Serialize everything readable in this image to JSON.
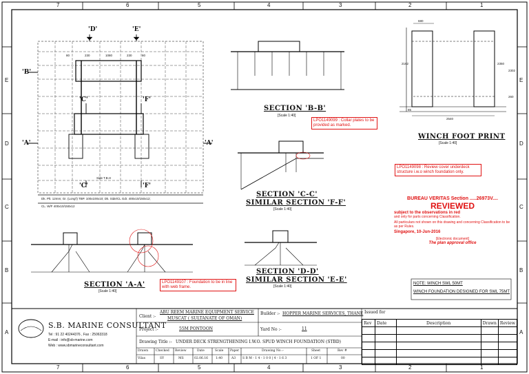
{
  "zones": {
    "top": [
      "7",
      "6",
      "5",
      "4",
      "3",
      "2",
      "1"
    ],
    "bottom": [
      "7",
      "6",
      "5",
      "4",
      "3",
      "2",
      "1"
    ],
    "side": [
      "E",
      "D",
      "C",
      "B",
      "A"
    ]
  },
  "plan": {
    "markers": [
      "'D'",
      "'E'",
      "'B'",
      "'C'",
      "'F'",
      "'A'",
      "'A'",
      "'C'",
      "'F'"
    ],
    "dims": [
      "80",
      "230",
      "1080",
      "230",
      "80"
    ],
    "note_line1": "Dk. Plt. 12mm; Gr. (Long'l) TBP. 100x100x10; Dk. Side/CL Gdr. 400x10/150x12;",
    "note_line2": "CL. W/F 400x10/150x12",
    "label": "Side T.B.H"
  },
  "sections": {
    "bb": {
      "title": "SECTION 'B-B'",
      "scale": "[Scale 1:40]"
    },
    "cc": {
      "title": "SECTION 'C-C'",
      "sub": "SIMILAR SECTION 'F-F'",
      "scale": "[Scale 1:40]"
    },
    "aa": {
      "title": "SECTION 'A-A'",
      "scale": "[Scale 1:40]"
    },
    "dd": {
      "title": "SECTION 'D-D'",
      "sub": "SIMILAR SECTION 'E-E'",
      "scale": "[Scale 1:40]"
    },
    "winch": {
      "title": "WINCH FOOT PRINT",
      "scale": "[Scale 1:40]"
    }
  },
  "winch_dims": [
    "680",
    "2162",
    "2540",
    "2350",
    "85",
    "260",
    "2302"
  ],
  "notes": {
    "collar": "LPO1149099 : Collar plates to be provided as marked.",
    "review": "LPO1149098 : Review cover underdeck structure i.w.o winch foundation only.",
    "foundation": "LPO1149107 : Foundation to be in line with web frame."
  },
  "stamp": {
    "line1": "BUREAU VERITAS Section .....26973V....",
    "line2": "REVIEWED",
    "line3": "subject to the observations in red",
    "line4": "and only for parts concerning Classification.",
    "line5": "All particulars not shown on this drawing and concerning Classification to be as per Rules.",
    "line6": "Singapore, 10-Jun-2016",
    "line7": "[Electronic document]",
    "line8": "The plan approval office"
  },
  "notes_box": {
    "line1": "NOTE: WINCH SWL 50MT",
    "line2": "WINCH FOUNDATION DESIGNED FOR SWL 75MT"
  },
  "company": {
    "name": "S.B. MARINE CONSULTANT",
    "tel": "Tel : 91 22 40244376 , Fax : 25063318",
    "email": "E-mail : info@sb-marine.com",
    "web": "Web : www.sbmarineconsultant.com"
  },
  "title_block": {
    "client_label": "Client :-",
    "client_line1": "ABU REEM MARINE EQUIPMENT SERVICE",
    "client_line2": "MUSCAT ( SULTANATE OF OMAN)",
    "builder_label": "Builder :-",
    "builder": "HOPPER MARINE SERVICES, THANE",
    "project_label": "Project :-",
    "project": "55M PONTOON",
    "yard_label": "Yard No :-",
    "yard": "11",
    "drawing_title_label": "Drawing Title :-",
    "drawing_title": "UNDER DECK STRENGTHENING I.W.O. SPUD WINCH FOUNDATION (STBD)",
    "issued_for": "Issued for",
    "rev_headers": [
      "Rev",
      "Date",
      "Description",
      "Drawn",
      "Review"
    ],
    "row_headers": [
      "Drawn",
      "Checked",
      "Review",
      "Date",
      "Scale",
      "Paper",
      "Drawing No :-",
      "Sheet",
      "Rev #"
    ],
    "row_values": [
      "Vilas",
      "SY",
      "MS",
      "02.06.16",
      "1:40",
      "A3",
      "S B M - 1 4 - 1 0 0 | 4 - 1 6 3",
      "1 OF 1",
      "00"
    ]
  }
}
